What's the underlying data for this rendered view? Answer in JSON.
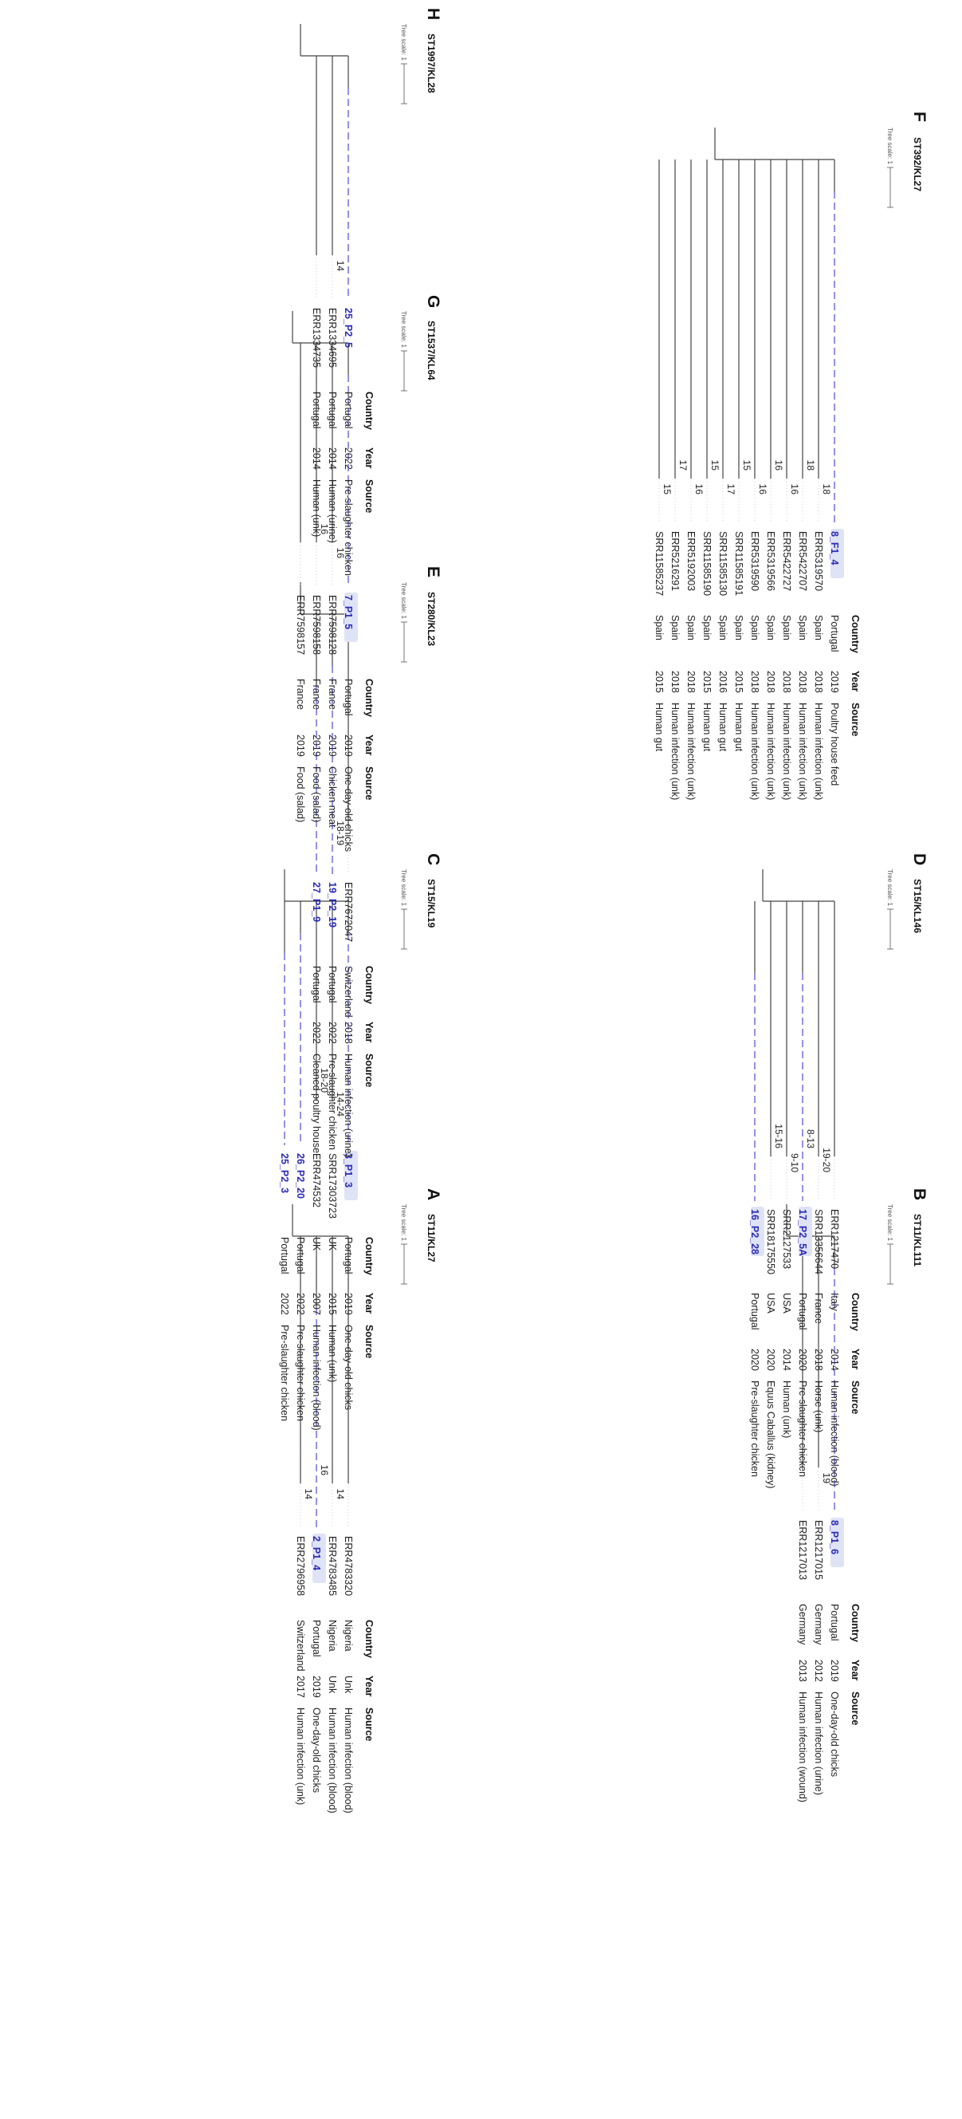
{
  "columns": {
    "country": "Country",
    "year": "Year",
    "source": "Source"
  },
  "tree_scale_label": "Tree scale: 1",
  "panels": [
    {
      "letter": "A",
      "title": "ST11/KL27",
      "rows": [
        {
          "acc": "ERR4783320",
          "country": "Nigeria",
          "year": "Unk",
          "source": "Human infection (blood)",
          "portugal": false,
          "hl": false
        },
        {
          "acc": "ERR4783485",
          "country": "Nigeria",
          "year": "Unk",
          "source": "Human infection (blood)",
          "portugal": false,
          "hl": false
        },
        {
          "acc": "2_P1_4",
          "country": "Portugal",
          "year": "2019",
          "source": "One-day-old chicks",
          "portugal": true,
          "hl": true
        },
        {
          "acc": "ERR2796958",
          "country": "Switzerland",
          "year": "2017",
          "source": "Human infection (unk)",
          "portugal": false,
          "hl": false
        }
      ],
      "snps": [
        "14",
        "16",
        "14"
      ]
    },
    {
      "letter": "B",
      "title": "ST11/KL111",
      "rows": [
        {
          "acc": "8_P1_6",
          "country": "Portugal",
          "year": "2019",
          "source": "One-day-old chicks",
          "portugal": true,
          "hl": true
        },
        {
          "acc": "ERR1217015",
          "country": "Germany",
          "year": "2012",
          "source": "Human infection (urine)",
          "portugal": false,
          "hl": false
        },
        {
          "acc": "ERR1217013",
          "country": "Germany",
          "year": "2013",
          "source": "Human infection (wound)",
          "portugal": false,
          "hl": false
        }
      ],
      "snps": [
        "19"
      ]
    },
    {
      "letter": "C",
      "title": "ST15/KL19",
      "rows": [
        {
          "acc": "3_P1_3",
          "country": "Portugal",
          "year": "2019",
          "source": "One-day-old chicks",
          "portugal": true,
          "hl": true
        },
        {
          "acc": "SRR17303723",
          "country": "UK",
          "year": "2015",
          "source": "Human (unk)",
          "portugal": false,
          "hl": false
        },
        {
          "acc": "ERR474532",
          "country": "UK",
          "year": "2007",
          "source": "Human infection (blood)",
          "portugal": false,
          "hl": false
        },
        {
          "acc": "26_P2_20",
          "country": "Portugal",
          "year": "2022",
          "source": "Pre-slaughter chicken",
          "portugal": true,
          "hl": false
        },
        {
          "acc": "25_P2_3",
          "country": "Portugal",
          "year": "2022",
          "source": "Pre-slaughter chicken",
          "portugal": true,
          "hl": false
        }
      ],
      "snps": [
        "14-24",
        "18-20"
      ]
    },
    {
      "letter": "D",
      "title": "ST15/KL146",
      "rows": [
        {
          "acc": "ERR1217470",
          "country": "Italy",
          "year": "2014",
          "source": "Human infection (blood)",
          "portugal": false,
          "hl": false
        },
        {
          "acc": "SRR13356644",
          "country": "France",
          "year": "2018",
          "source": "Horse (unk)",
          "portugal": false,
          "hl": false
        },
        {
          "acc": "17_P2_5A",
          "country": "Portugal",
          "year": "2020",
          "source": "Pre-slaughter chicken",
          "portugal": true,
          "hl": true
        },
        {
          "acc": "SRR2127533",
          "country": "USA",
          "year": "2014",
          "source": "Human (unk)",
          "portugal": false,
          "hl": false
        },
        {
          "acc": "SRR18175550",
          "country": "USA",
          "year": "2020",
          "source": "Equus Caballus (kidney)",
          "portugal": false,
          "hl": false
        },
        {
          "acc": "16_P2_28",
          "country": "Portugal",
          "year": "2020",
          "source": "Pre-slaughter chicken",
          "portugal": true,
          "hl": true
        }
      ],
      "snps": [
        "19-20",
        "8-13",
        "9-10",
        "15-16"
      ]
    },
    {
      "letter": "E",
      "title": "ST280/KL23",
      "rows": [
        {
          "acc": "ERR7672047",
          "country": "Switzerland",
          "year": "2018",
          "source": "Human infection (urine)",
          "portugal": false,
          "hl": false
        },
        {
          "acc": "19_P2_19",
          "country": "Portugal",
          "year": "2022",
          "source": "Pre-slaughter chicken",
          "portugal": true,
          "hl": false
        },
        {
          "acc": "27_P1_9",
          "country": "Portugal",
          "year": "2022",
          "source": "Cleaned poultry house",
          "portugal": true,
          "hl": false
        }
      ],
      "snps": [
        "18-19"
      ]
    },
    {
      "letter": "F",
      "title": "ST392/KL27",
      "rows": [
        {
          "acc": "8_F1_4",
          "country": "Portugal",
          "year": "2019",
          "source": "Poultry house feed",
          "portugal": true,
          "hl": true
        },
        {
          "acc": "ERR5319570",
          "country": "Spain",
          "year": "2018",
          "source": "Human infection (unk)",
          "portugal": false,
          "hl": false
        },
        {
          "acc": "ERR5422707",
          "country": "Spain",
          "year": "2018",
          "source": "Human infection (unk)",
          "portugal": false,
          "hl": false
        },
        {
          "acc": "ERR5422727",
          "country": "Spain",
          "year": "2018",
          "source": "Human infection (unk)",
          "portugal": false,
          "hl": false
        },
        {
          "acc": "ERR5319566",
          "country": "Spain",
          "year": "2018",
          "source": "Human infection (unk)",
          "portugal": false,
          "hl": false
        },
        {
          "acc": "ERR5319590",
          "country": "Spain",
          "year": "2018",
          "source": "Human infection (unk)",
          "portugal": false,
          "hl": false
        },
        {
          "acc": "SRR11585191",
          "country": "Spain",
          "year": "2015",
          "source": "Human gut",
          "portugal": false,
          "hl": false
        },
        {
          "acc": "SRR11585130",
          "country": "Spain",
          "year": "2016",
          "source": "Human gut",
          "portugal": false,
          "hl": false
        },
        {
          "acc": "SRR11585190",
          "country": "Spain",
          "year": "2015",
          "source": "Human gut",
          "portugal": false,
          "hl": false
        },
        {
          "acc": "ERR5192003",
          "country": "Spain",
          "year": "2018",
          "source": "Human infection (unk)",
          "portugal": false,
          "hl": false
        },
        {
          "acc": "ERR5216291",
          "country": "Spain",
          "year": "2018",
          "source": "Human infection (unk)",
          "portugal": false,
          "hl": false
        },
        {
          "acc": "SRR11585237",
          "country": "Spain",
          "year": "2015",
          "source": "Human gut",
          "portugal": false,
          "hl": false
        }
      ],
      "snps": [
        "18",
        "18",
        "16",
        "16",
        "16",
        "15",
        "17",
        "15",
        "16",
        "17",
        "15"
      ]
    },
    {
      "letter": "G",
      "title": "ST1537/KL64",
      "rows": [
        {
          "acc": "7_P1_5",
          "country": "Portugal",
          "year": "2019",
          "source": "One-day-old chicks",
          "portugal": true,
          "hl": true
        },
        {
          "acc": "ERR7598128",
          "country": "France",
          "year": "2019",
          "source": "Chicken meat",
          "portugal": false,
          "hl": false
        },
        {
          "acc": "ERR7598158",
          "country": "France",
          "year": "2019",
          "source": "Food (salad)",
          "portugal": false,
          "hl": false
        },
        {
          "acc": "ERR7598157",
          "country": "France",
          "year": "2019",
          "source": "Food (salad)",
          "portugal": false,
          "hl": false
        }
      ],
      "snps": [
        "16",
        "16"
      ]
    },
    {
      "letter": "H",
      "title": "ST1997/KL28",
      "rows": [
        {
          "acc": "25_P2_5",
          "country": "Portugal",
          "year": "2022",
          "source": "Pre-slaughter chicken",
          "portugal": true,
          "hl": false
        },
        {
          "acc": "ERR1334695",
          "country": "Portugal",
          "year": "2014",
          "source": "Human (urine)",
          "portugal": false,
          "hl": false
        },
        {
          "acc": "ERR1334735",
          "country": "Portugal",
          "year": "2014",
          "source": "Human (unk)",
          "portugal": false,
          "hl": false
        }
      ],
      "snps": [
        "14"
      ]
    }
  ]
}
